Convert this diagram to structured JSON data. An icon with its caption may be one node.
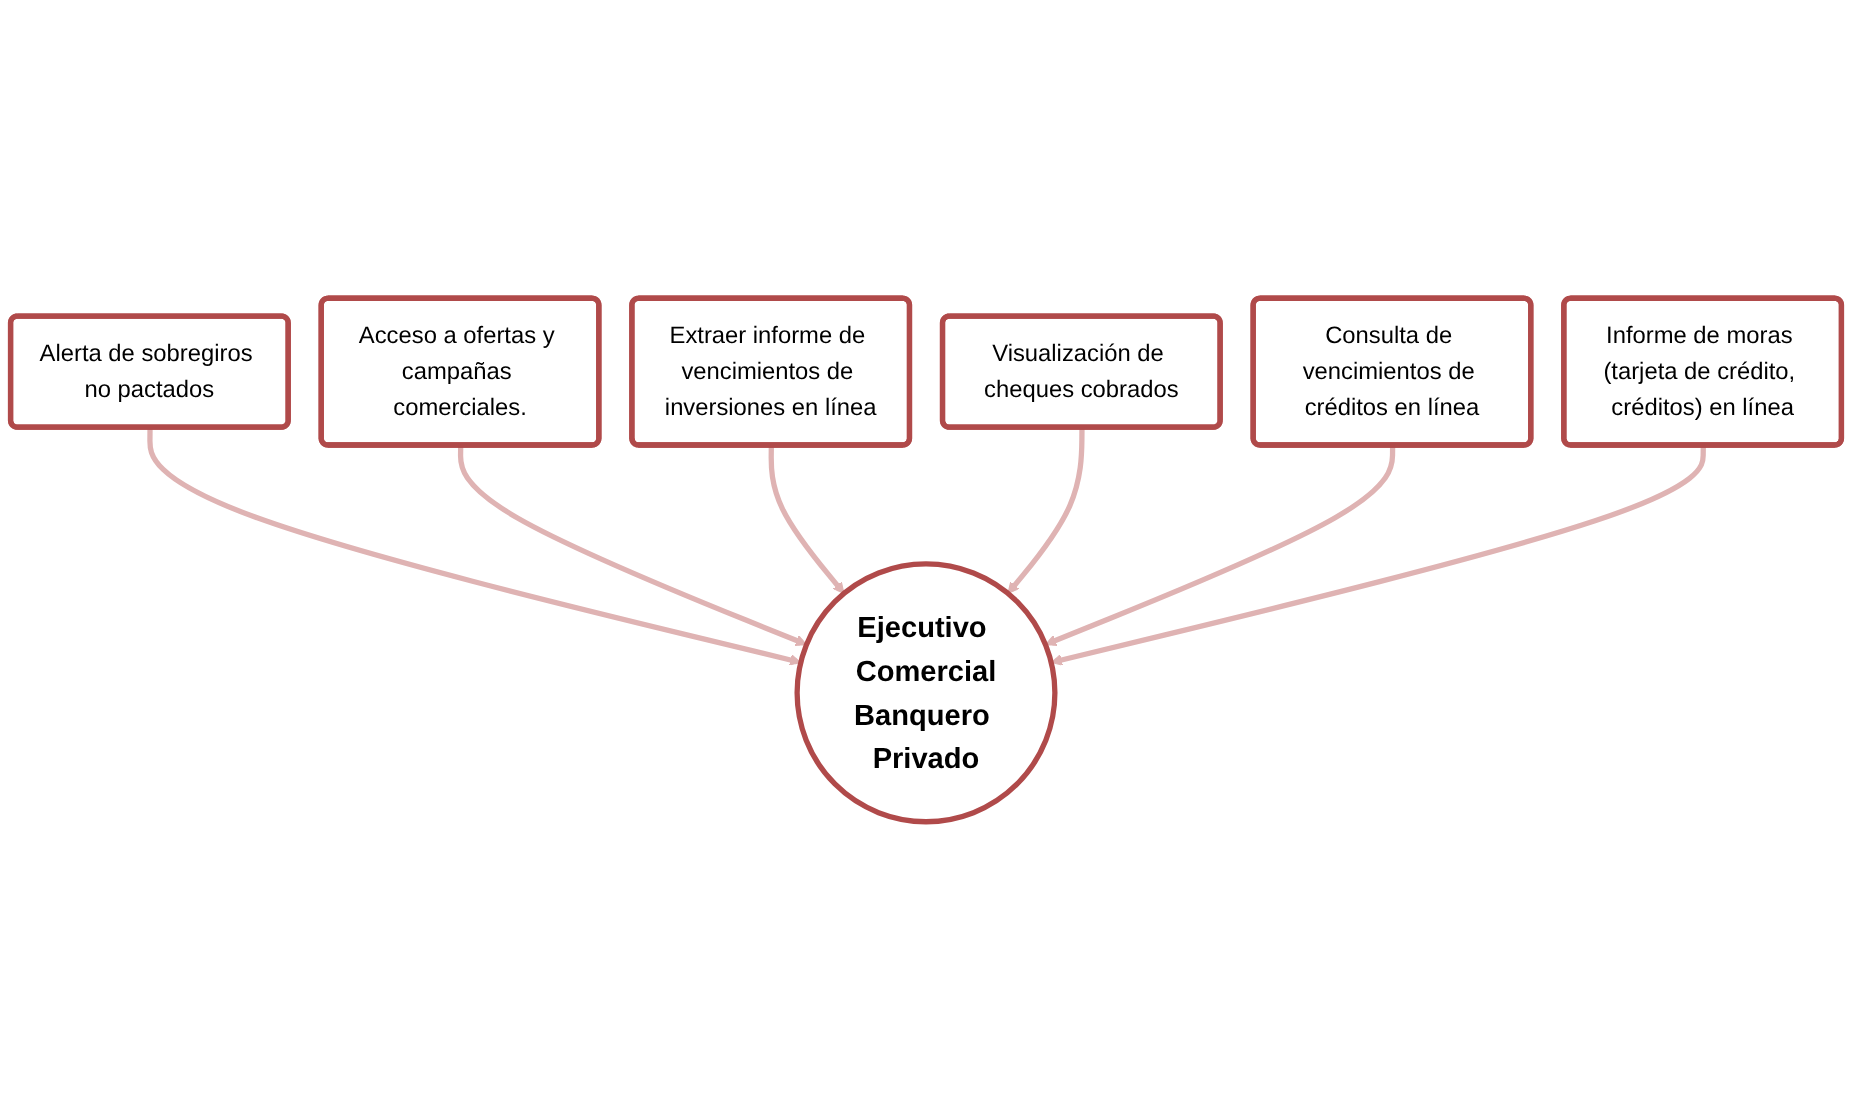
{
  "diagram": {
    "nodes": [
      {
        "text": [
          "Alerta de sobregiros no pactados"
        ]
      },
      {
        "text": [
          "Acceso a ofertas y campañas comerciales."
        ]
      },
      {
        "text": [
          "Extraer informe de vencimientos de inversiones en línea"
        ]
      },
      {
        "text": [
          "Visualización de cheques cobrados"
        ]
      },
      {
        "text": [
          "Consulta de vencimientos de créditos en línea"
        ]
      },
      {
        "text": [
          "Ejecutivo Comercial",
          "Banquero Privado"
        ]
      },
      {
        "text": [
          "Informe de moras (tarjeta de crédito, créditos) en línea"
        ]
      }
    ],
    "edges": [
      {
        "from": 0,
        "to": 5,
        "arrow": "to"
      },
      {
        "from": 1,
        "to": 5,
        "arrow": "to"
      },
      {
        "from": 2,
        "to": 5,
        "arrow": "to"
      },
      {
        "from": 3,
        "to": 5,
        "arrow": "to"
      },
      {
        "from": 4,
        "to": 5,
        "arrow": "to"
      },
      {
        "from": 6,
        "to": 5,
        "arrow": "to"
      }
    ]
  }
}
